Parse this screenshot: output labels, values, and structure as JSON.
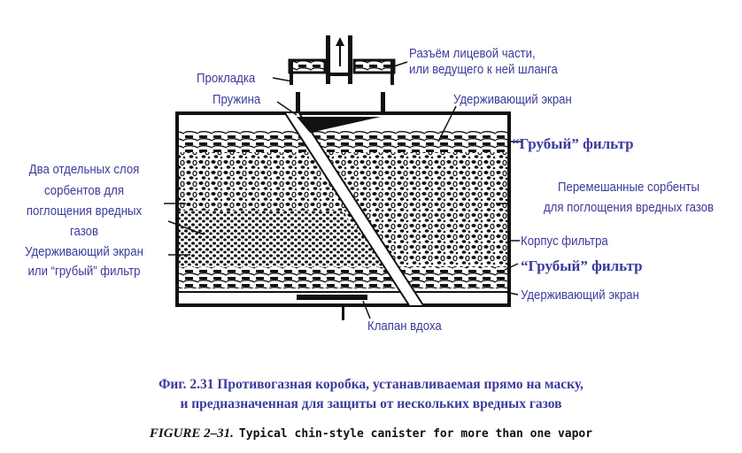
{
  "labels": {
    "connector_1": "Разъём лицевой части,",
    "connector_2": "или ведущего к ней шланга",
    "gasket": "Прокладка",
    "spring": "Пружина",
    "retaining_screen_top": "Удерживающий экран",
    "coarse_filter_top": "“Грубый” фильтр",
    "two_layers": [
      "Два отдельных слоя",
      "сорбентов для",
      "поглощения вредных",
      "газов"
    ],
    "retaining_or_coarse": [
      "Удерживающий  экран",
      "или “грубый” фильтр"
    ],
    "mixed_sorbents": [
      "Перемешанные сорбенты",
      "для поглощения вредных газов"
    ],
    "housing": "Корпус фильтра",
    "coarse_filter_bottom": "“Грубый” фильтр",
    "retaining_screen_bottom": "Удерживающий экран",
    "inhalation_valve": "Клапан вдоха"
  },
  "caption": {
    "ru_1": "Фиг. 2.31 Противогазная коробка, устанавливаемая прямо на маску,",
    "ru_2": "и предназначенная для защиты от нескольких вредных газов",
    "en_label": "FIGURE 2–31.",
    "en_text": "Typical chin-style canister for more than one vapor"
  }
}
